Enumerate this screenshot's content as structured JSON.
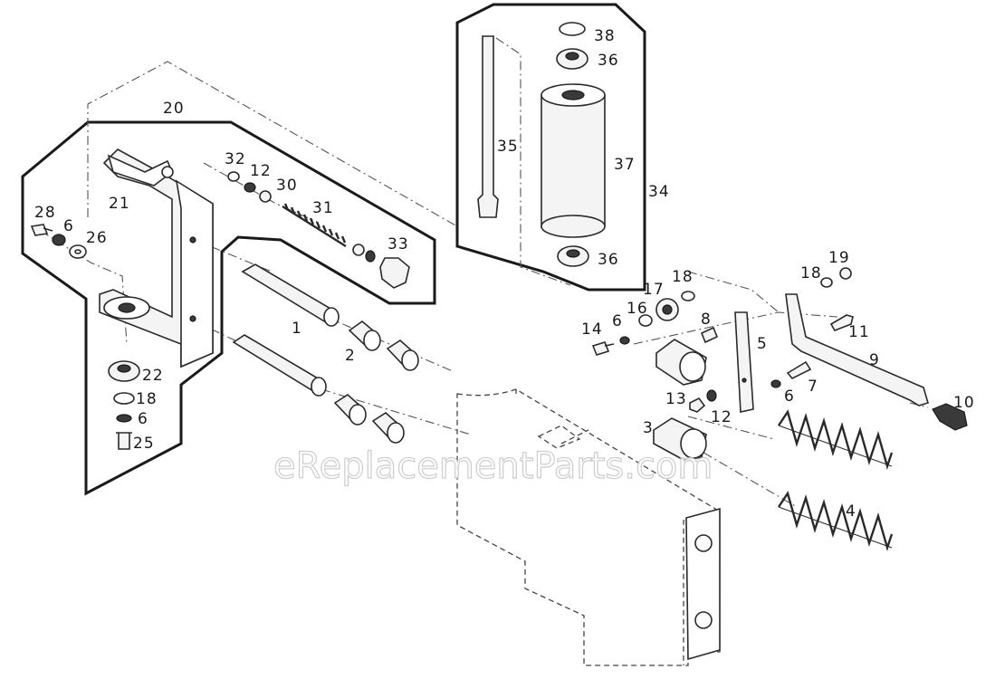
{
  "watermark": "eReplacementParts.com",
  "labels": {
    "l1": "1",
    "l2": "2",
    "l3": "3",
    "l4": "4",
    "l5": "5",
    "l6a": "6",
    "l6b": "6",
    "l6c": "6",
    "l6d": "6",
    "l7": "7",
    "l8": "8",
    "l9": "9",
    "l10": "10",
    "l11": "11",
    "l12a": "12",
    "l12b": "12",
    "l13": "13",
    "l14": "14",
    "l16": "16",
    "l17": "17",
    "l18a": "18",
    "l18b": "18",
    "l18c": "18",
    "l19": "19",
    "l20": "20",
    "l21": "21",
    "l22": "22",
    "l25": "25",
    "l26": "26",
    "l28": "28",
    "l30": "30",
    "l31": "31",
    "l32": "32",
    "l33": "33",
    "l34": "34",
    "l35": "35",
    "l36a": "36",
    "l36b": "36",
    "l37": "37",
    "l38": "38"
  }
}
